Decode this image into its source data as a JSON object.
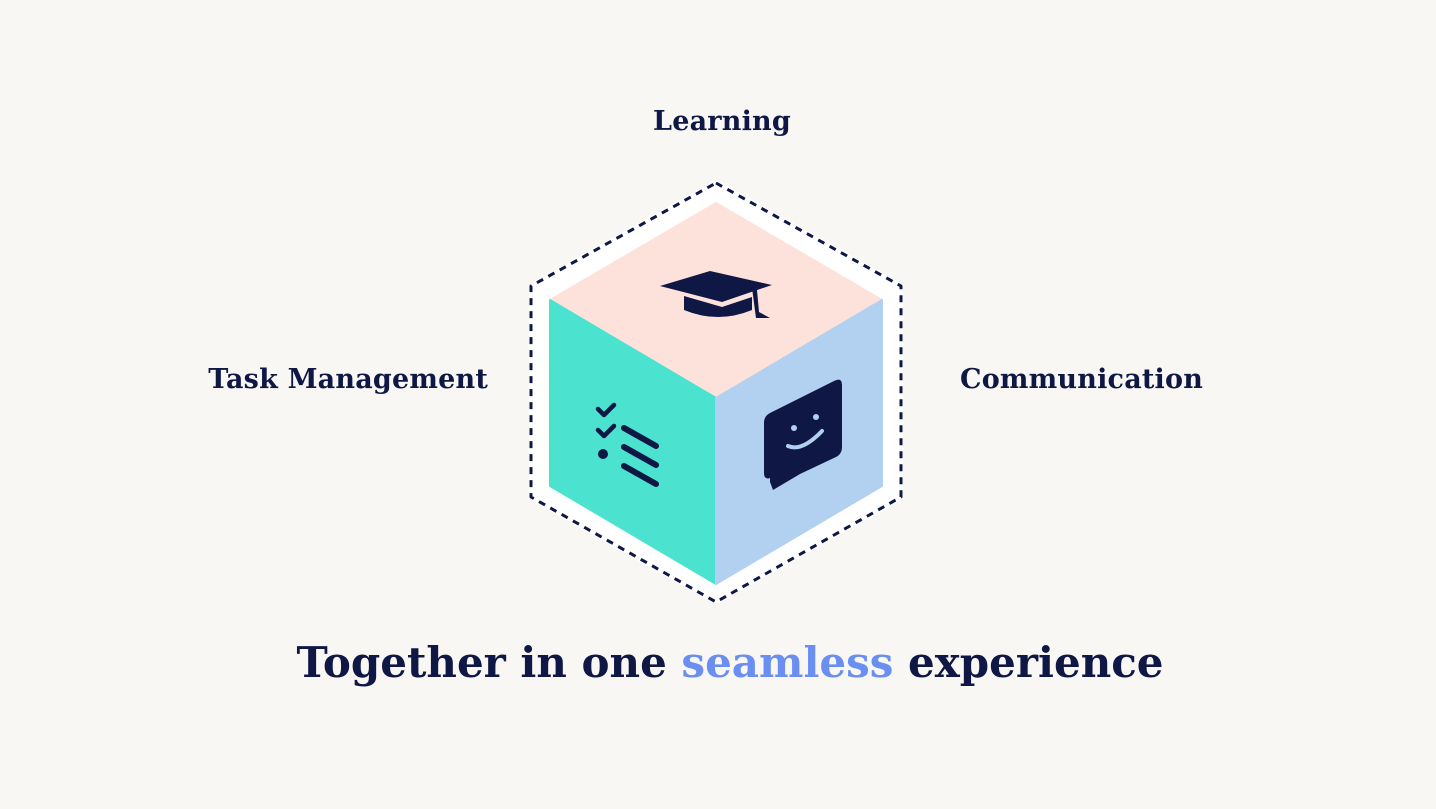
{
  "labels": {
    "top": "Learning",
    "left": "Task Management",
    "right": "Communication"
  },
  "tagline": {
    "before": "Together in one ",
    "highlight": "seamless",
    "after": " experience"
  },
  "icons": {
    "top": "graduation-cap-icon",
    "left": "checklist-icon",
    "right": "chat-smile-icon"
  },
  "colors": {
    "background": "#f9f7f4",
    "text": "#0f1845",
    "highlight": "#6b8ff0",
    "face_top": "#fde2db",
    "face_left": "#4be3cf",
    "face_right": "#b2d1f0",
    "icon": "#0f1845",
    "outline": "#0f1845"
  }
}
